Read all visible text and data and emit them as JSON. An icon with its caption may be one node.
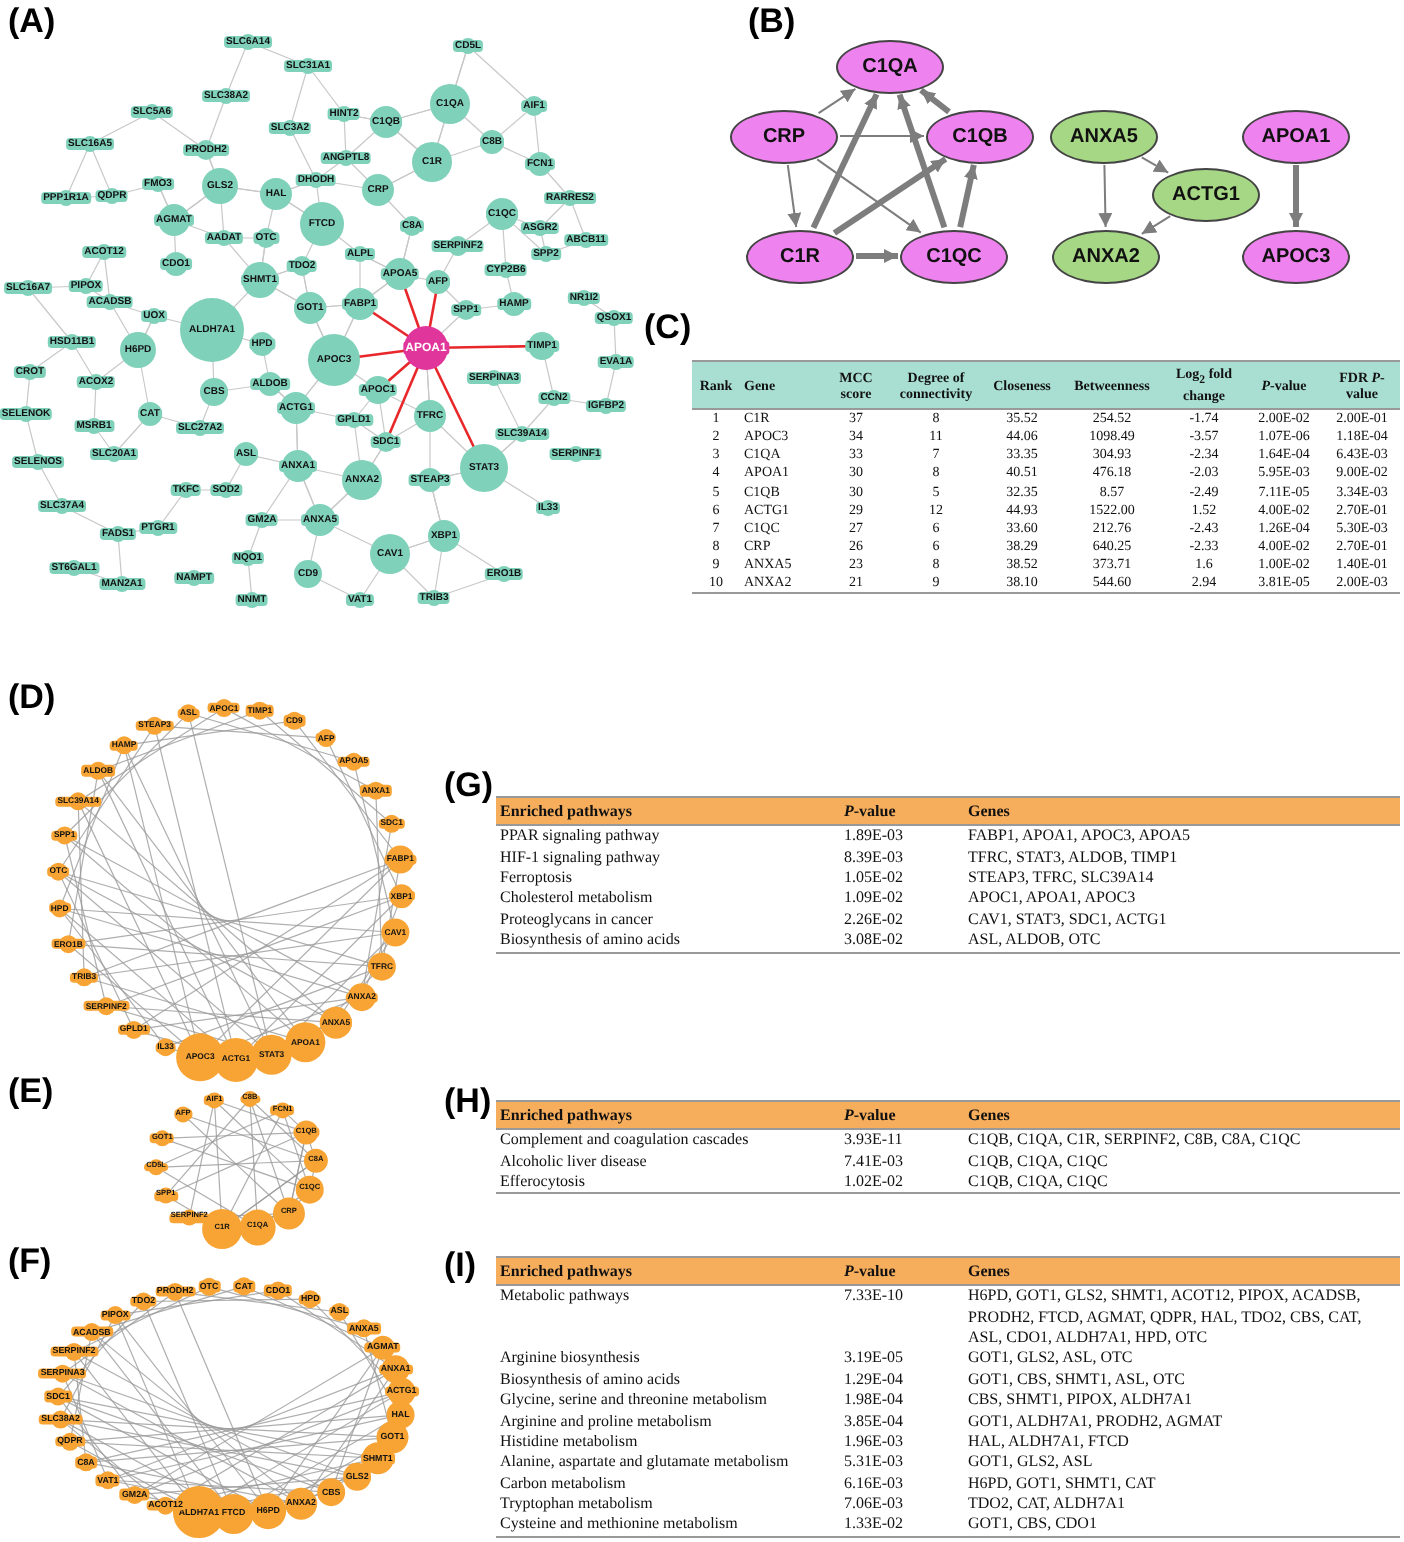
{
  "diagram": {
    "nodes": [
      {
        "text": [
          "C1QA"
        ]
      },
      {
        "text": [
          "CRP"
        ]
      },
      {
        "text": [
          "C1QB"
        ]
      },
      {
        "text": [
          "ANXA5"
        ]
      },
      {
        "text": [
          "APOA1"
        ]
      },
      {
        "text": [
          "ACTG1"
        ]
      },
      {
        "text": [
          "C1R"
        ]
      },
      {
        "text": [
          "C1QC"
        ]
      },
      {
        "text": [
          "ANXA2"
        ]
      },
      {
        "text": [
          "APOC3"
        ]
      }
    ],
    "edges": [
      {
        "from": 1,
        "to": 0,
        "arrow": "to"
      },
      {
        "from": 1,
        "to": 2,
        "arrow": "to"
      },
      {
        "from": 1,
        "to": 6,
        "arrow": "to"
      },
      {
        "from": 1,
        "to": 7,
        "arrow": "to"
      },
      {
        "from": 6,
        "to": 0,
        "arrow": "to",
        "style": "thick"
      },
      {
        "from": 6,
        "to": 2,
        "arrow": "to",
        "style": "thick"
      },
      {
        "from": 6,
        "to": 7,
        "arrow": "to",
        "style": "thick"
      },
      {
        "from": 7,
        "to": 0,
        "arrow": "to",
        "style": "thick"
      },
      {
        "from": 7,
        "to": 2,
        "arrow": "to",
        "style": "thick"
      },
      {
        "from": 2,
        "to": 0,
        "arrow": "to",
        "style": "thick"
      },
      {
        "from": 3,
        "to": 5,
        "arrow": "to"
      },
      {
        "from": 3,
        "to": 8,
        "arrow": "to"
      },
      {
        "from": 5,
        "to": 8,
        "arrow": "to"
      },
      {
        "from": 4,
        "to": 9,
        "arrow": "to",
        "style": "thick"
      }
    ],
    "labels": [
      "(A)",
      "SLC6A14",
      "SLC31A1",
      "CD5L",
      "SLC38A2",
      "SLC5A6",
      "HINT2",
      "C1QA",
      "AIF1",
      "SLC3A2",
      "C1QB",
      "SLC16A5",
      "PRODH2",
      "ANGPTL8",
      "C1R",
      "C8B",
      "FCN1",
      "FMO3",
      "DHODH",
      "PPP1R1A",
      "QDPR",
      "GLS2",
      "HAL",
      "CRP",
      "RARRES2",
      "AGMAT",
      "FTCD",
      "C1QC",
      "ASGR2",
      "AADAT",
      "OTC",
      "C8A",
      "ACOT12",
      "SERPINF2",
      "SPP2",
      "ABCB11",
      "CDO1",
      "ALPL",
      "TDO2",
      "APOA5",
      "CYP2B6",
      "SLC16A7",
      "PIPOX",
      "SHMT1",
      "AFP",
      "NR1I2",
      "ACADSB",
      "UOX",
      "GOT1",
      "FABP1",
      "SPP1",
      "HAMP",
      "QSOX1",
      "ALDH7A1",
      "HSD11B1",
      "H6PD",
      "HPD",
      "APOC3",
      "APOA1",
      "TIMP1",
      "EVA1A",
      "CROT",
      "ACOX2",
      "CBS",
      "ALDOB",
      "APOC1",
      "SERPINA3",
      "CCN2",
      "IGFBP2",
      "SELENOK",
      "MSRB1",
      "CAT",
      "SLC27A2",
      "ACTG1",
      "GPLD1",
      "TFRC",
      "SLC39A14",
      "SERPINF1",
      "SELENOS",
      "SLC20A1",
      "ASL",
      "SDC1",
      "ANXA1",
      "ANXA2",
      "STEAP3",
      "STAT3",
      "SLC37A4",
      "TKFC",
      "SOD2",
      "GM2A",
      "ANXA5",
      "IL33",
      "FADS1",
      "PTGR1",
      "XBP1",
      "NQO1",
      "CAV1",
      "ST6GAL1",
      "MAN2A1",
      "NAMPT",
      "CD9",
      "ERO1B",
      "NNMT",
      "VAT1",
      "TRIB3",
      "(B)",
      "(C)",
      "Rank",
      "Gene",
      "MCC score",
      "Degree of connectivity",
      "Closeness",
      "Betweenness",
      "Log$_{2}$ fold change",
      "*P*-value",
      "FDR *P*-value",
      "1",
      "C1R",
      "37",
      "8",
      "35.52",
      "254.52",
      "-1.74",
      "2.00E-02",
      "2.00E-01",
      "2",
      "APOC3",
      "34",
      "11",
      "44.06",
      "1098.49",
      "-3.57",
      "1.07E-06",
      "1.18E-04",
      "3",
      "C1QA",
      "33",
      "7",
      "33.35",
      "304.93",
      "-2.34",
      "1.64E-04",
      "6.43E-03",
      "4",
      "APOA1",
      "30",
      "8",
      "40.51",
      "476.18",
      "-2.03",
      "5.95E-03",
      "9.00E-02",
      "5",
      "C1QB",
      "30",
      "5",
      "32.35",
      "8.57",
      "-2.49",
      "7.11E-05",
      "3.34E-03",
      "6",
      "ACTG1",
      "29",
      "12",
      "44.93",
      "1522.00",
      "1.52",
      "4.00E-02",
      "2.70E-01",
      "7",
      "C1QC",
      "27",
      "6",
      "33.60",
      "212.76",
      "-2.43",
      "1.26E-04",
      "5.30E-03",
      "8",
      "CRP",
      "26",
      "6",
      "38.29",
      "640.25",
      "-2.33",
      "4.00E-02",
      "2.70E-01",
      "9",
      "ANXA5",
      "23",
      "8",
      "38.52",
      "373.71",
      "1.6",
      "1.00E-02",
      "1.40E-01",
      "10",
      "ANXA2",
      "21",
      "9",
      "38.10",
      "544.60",
      "2.94",
      "3.81E-05",
      "2.00E-03",
      "(D)",
      "STEAP3",
      "ASL",
      "APOC1",
      "TIMP1",
      "CD9",
      "AFP",
      "APOA5",
      "ANXA1",
      "SDC1",
      "FABP1",
      "XBP1",
      "CAV1",
      "TFRC",
      "ANXA2",
      "ANXA5",
      "APOA1",
      "APOC3",
      "ACTG1",
      "STAT3",
      "IL33",
      "GPLD1",
      "SERPINF2",
      "TRIB3",
      "ERO1B",
      "HPD",
      "OTC",
      "SPP1",
      "SLC39A14",
      "ALDOB",
      "HAMP",
      "(G)",
      "Enriched pathways",
      "*P*-value",
      "Genes",
      "PPAR signaling pathway",
      "1.89E-03",
      "FABP1, APOA1, APOC3, APOA5",
      "HIF-1 signaling pathway",
      "8.39E-03",
      "TFRC, STAT3, ALDOB, TIMP1",
      "Ferroptosis",
      "1.05E-02",
      "STEAP3, TFRC, SLC39A14",
      "Cholesterol metabolism",
      "1.09E-02",
      "APOC1, APOA1, APOC3",
      "Proteoglycans in cancer",
      "2.26E-02",
      "CAV1, STAT3, SDC1, ACTG1",
      "Biosynthesis of amino acids",
      "3.08E-02",
      "ASL, ALDOB, OTC",
      "(E)",
      "C8B",
      "FCN1",
      "C1QB",
      "C8A",
      "C1QC",
      "CRP",
      "C1R",
      "C1QA",
      "SERPINF2",
      "SPP1",
      "CD5L",
      "GOT1",
      "AFP",
      "AIF1",
      "(H)",
      "Enriched pathways",
      "*P*-value",
      "Genes",
      "Complement and coagulation cascades",
      "3.93E-11",
      "C1QB, C1QA, C1R, SERPINF2, C8B, C8A, C1QC",
      "Alcoholic liver disease",
      "7.41E-03",
      "C1QB, C1QA, C1QC",
      "Efferocytosis",
      "1.02E-02",
      "C1QB, C1QA, C1QC",
      "(F)",
      "OTC",
      "CAT",
      "CDO1",
      "HPD",
      "ASL",
      "ANXA5",
      "AGMAT",
      "ANXA1",
      "ACTG1",
      "HAL",
      "GOT1",
      "SHMT1",
      "GLS2",
      "CBS",
      "ANXA2",
      "ALDH7A1",
      "FTCD",
      "H6PD",
      "ACOT12",
      "GM2A",
      "VAT1",
      "C8A",
      "QDPR",
      "SLC38A2",
      "SDC1",
      "SERPINA3",
      "SERPINF2",
      "ACADSB",
      "PIPOX",
      "TDO2",
      "PRODH2",
      "(I)",
      "Enriched pathways",
      "*P*-value",
      "Genes",
      "Metabolic pathways",
      "7.33E-10",
      "H6PD, GOT1, GLS2, SHMT1, ACOT12, PIPOX, ACADSB, PRODH2, FTCD, AGMAT, QDPR, HAL, TDO2, CBS, CAT, ASL, CDO1, ALDH7A1, HPD, OTC",
      "Arginine biosynthesis",
      "3.19E-05",
      "GOT1, GLS2, ASL, OTC",
      "Biosynthesis of amino acids",
      "1.29E-04",
      "GOT1, CBS, SHMT1, ASL, OTC",
      "Glycine, serine and threonine metabolism",
      "1.98E-04",
      "CBS, SHMT1, PIPOX, ALDH7A1",
      "Arginine and proline metabolism",
      "3.85E-04",
      "GOT1, ALDH7A1, PRODH2, AGMAT",
      "Histidine metabolism",
      "1.96E-03",
      "HAL, ALDH7A1, FTCD",
      "Alanine, aspartate and glutamate metabolism",
      "5.31E-03",
      "GOT1, GLS2, ASL",
      "Carbon metabolism",
      "6.16E-03",
      "H6PD, GOT1, SHMT1, CAT",
      "Tryptophan metabolism",
      "7.06E-03",
      "TDO2, CAT, ALDH7A1",
      "Cysteine and methionine metabolism",
      "1.33E-02",
      "GOT1, CBS, CDO1"
    ]
  }
}
